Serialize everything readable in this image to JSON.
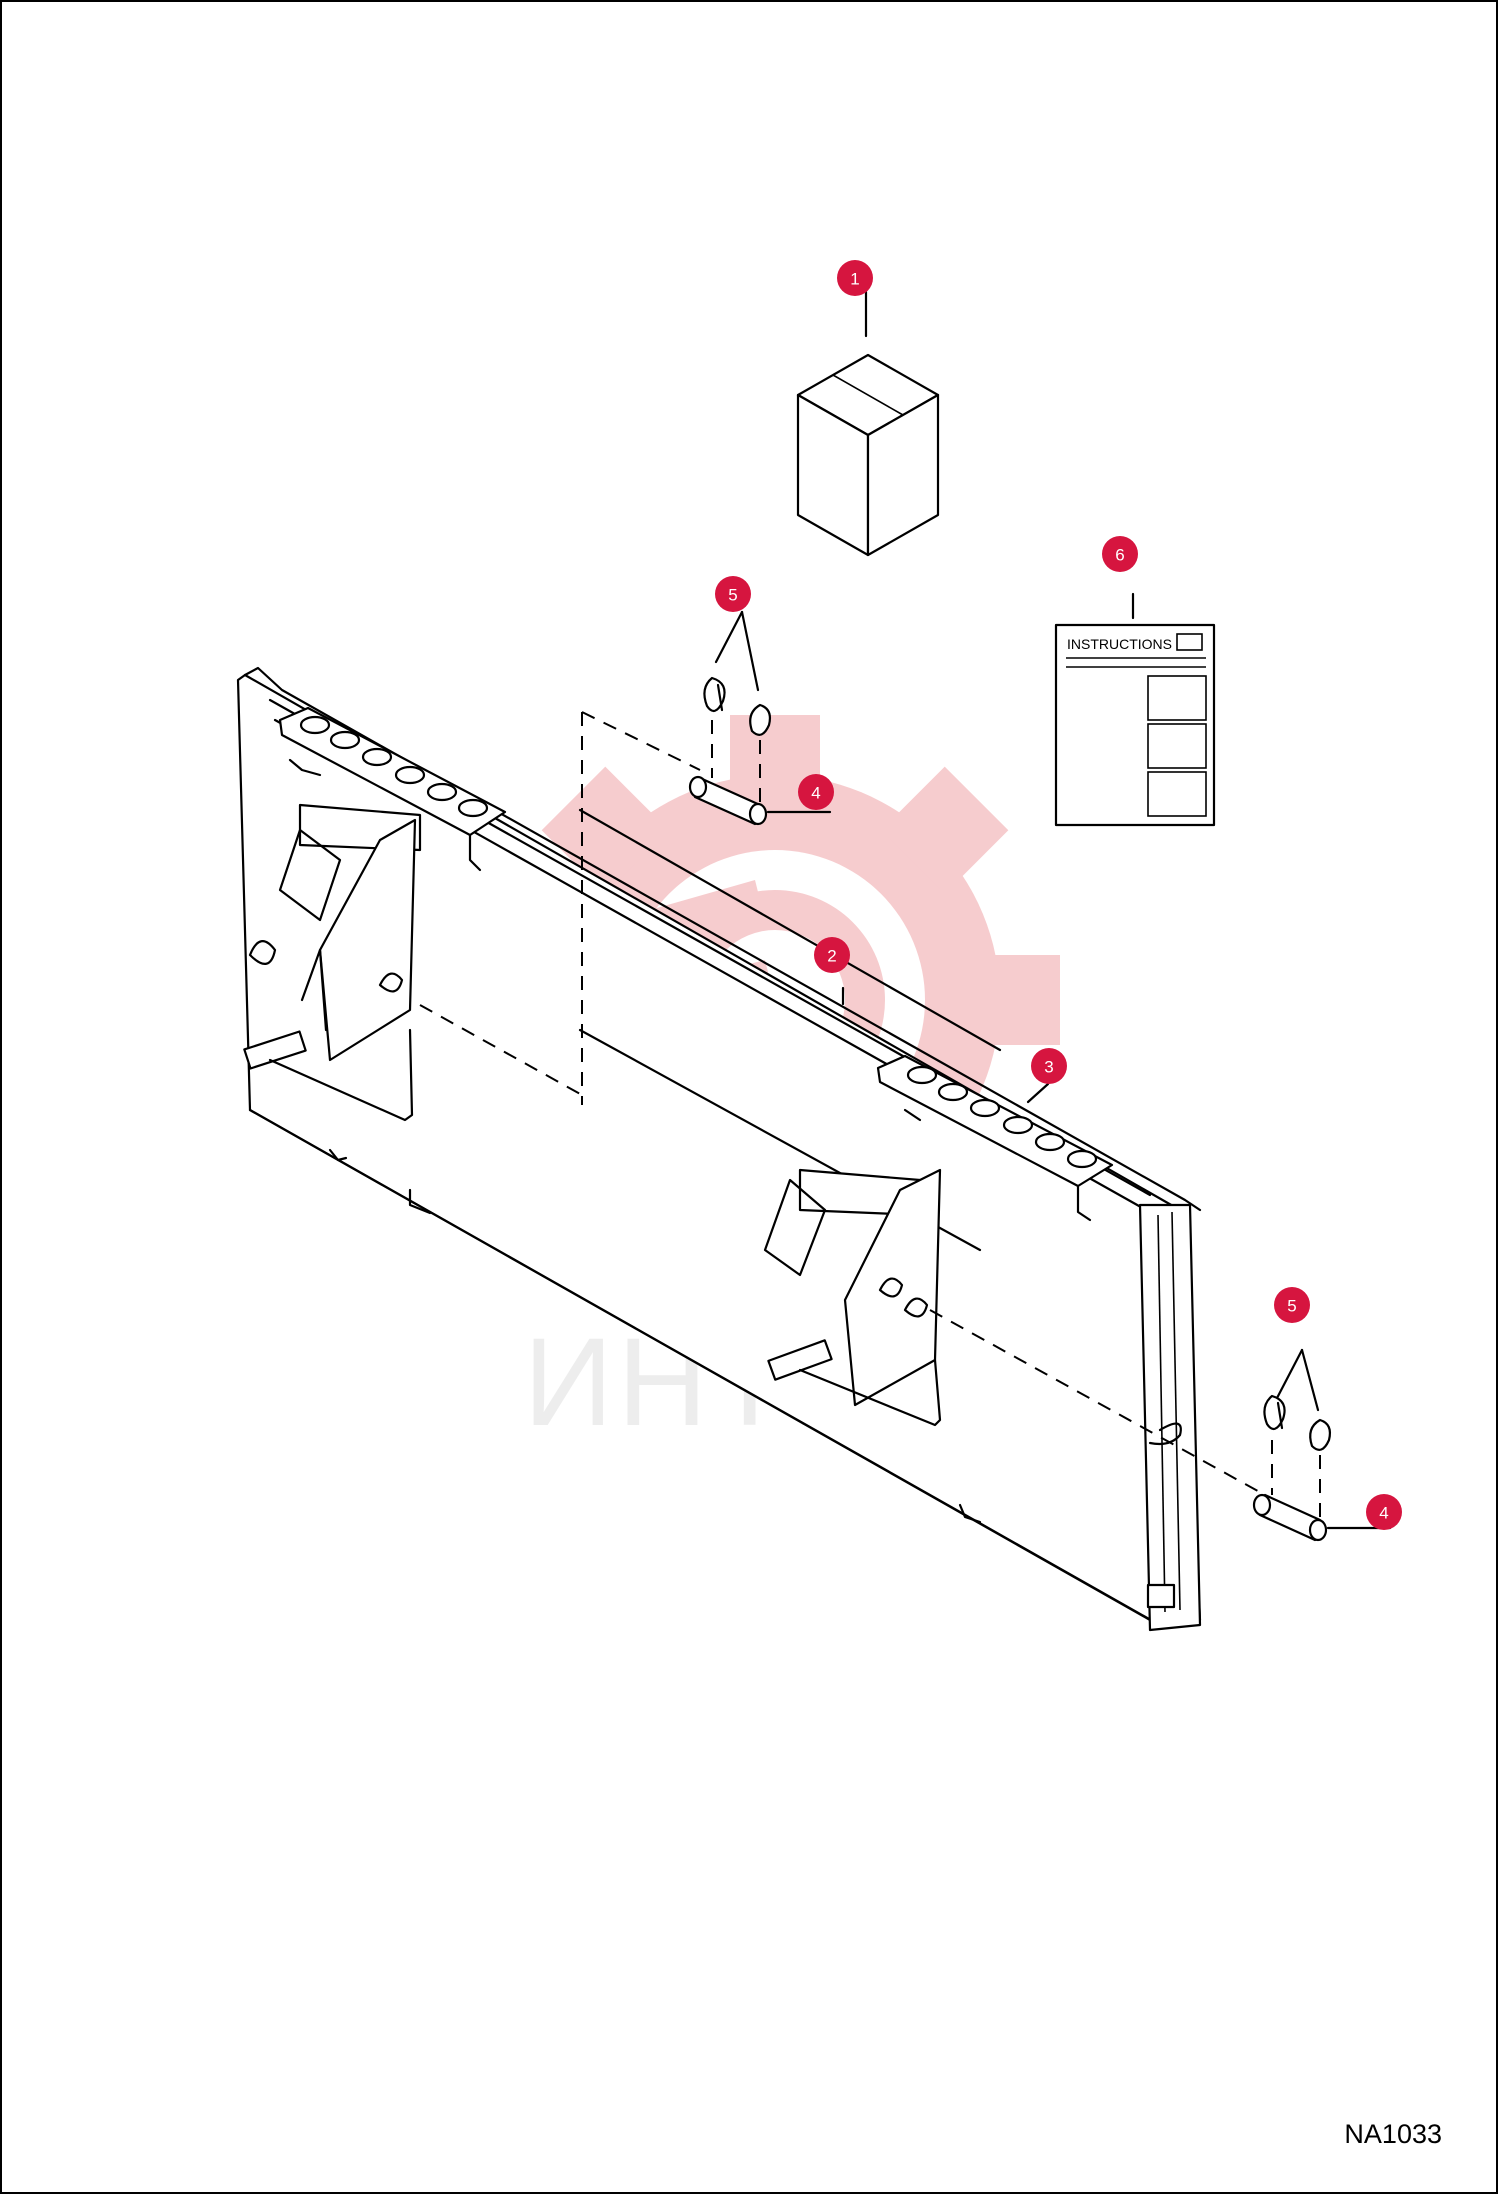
{
  "drawing_ref": "NA1033",
  "instructions_label": "INSTRUCTIONS",
  "watermark_text": "ИНТЕХ",
  "callout_color": "#d6153f",
  "watermark_color": "#f6c7c9",
  "callouts": [
    {
      "id": "1",
      "label": "1"
    },
    {
      "id": "2",
      "label": "2"
    },
    {
      "id": "3",
      "label": "3"
    },
    {
      "id": "4a",
      "label": "4"
    },
    {
      "id": "4b",
      "label": "4"
    },
    {
      "id": "5a",
      "label": "5"
    },
    {
      "id": "5b",
      "label": "5"
    },
    {
      "id": "6",
      "label": "6"
    }
  ]
}
